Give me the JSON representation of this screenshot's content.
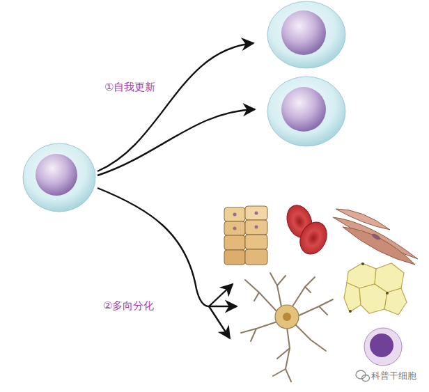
{
  "diagram": {
    "labels": [
      "①自我更新",
      "②多向分化",
      "科普干细胞"
    ]
  }
}
